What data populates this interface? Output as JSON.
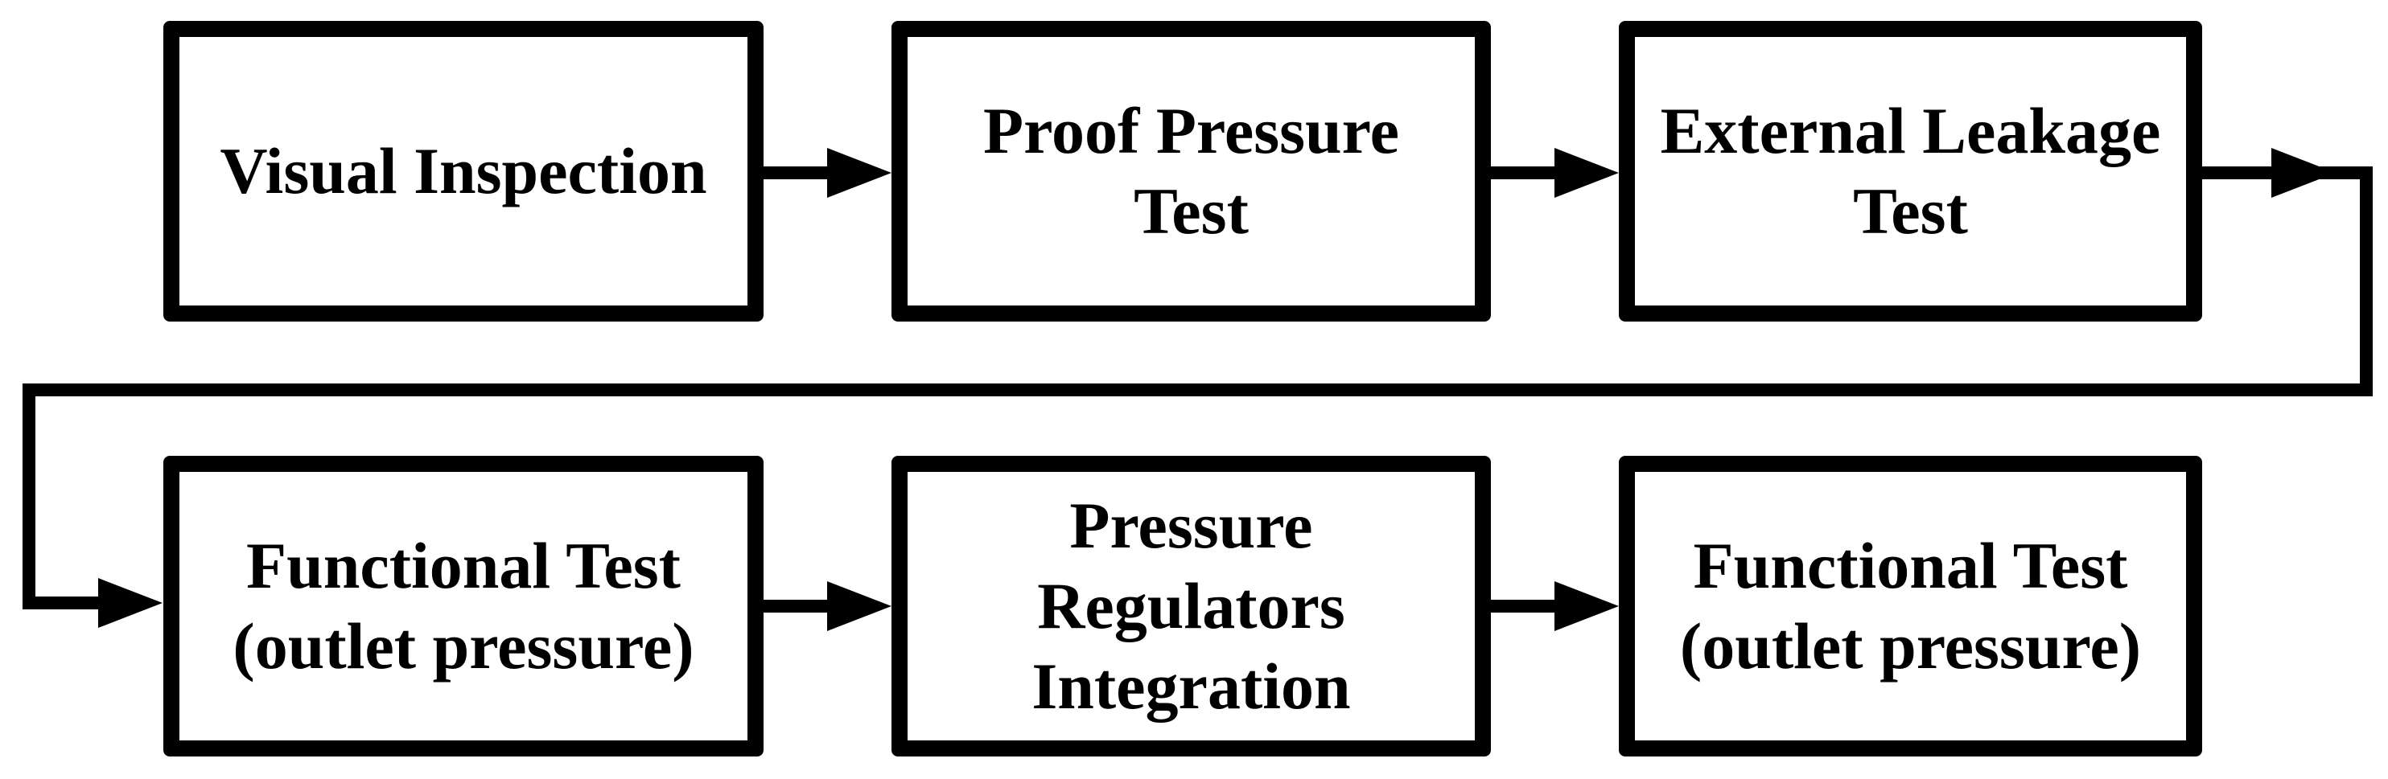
{
  "colors": {
    "line": "#000000",
    "text": "#000000",
    "background": "#ffffff"
  },
  "diagram": {
    "type": "flowchart",
    "rows": 2,
    "nodes": [
      {
        "id": "visual-inspection",
        "lines": [
          "Visual Inspection"
        ]
      },
      {
        "id": "proof-pressure-test",
        "lines": [
          "Proof Pressure",
          "Test"
        ]
      },
      {
        "id": "external-leakage-test",
        "lines": [
          "External Leakage",
          "Test"
        ]
      },
      {
        "id": "functional-test-outlet-1",
        "lines": [
          "Functional Test",
          "(outlet pressure)"
        ]
      },
      {
        "id": "pressure-regulators-integration",
        "lines": [
          "Pressure",
          "Regulators",
          "Integration"
        ]
      },
      {
        "id": "functional-test-outlet-2",
        "lines": [
          "Functional Test",
          "(outlet pressure)"
        ]
      }
    ],
    "edges": [
      {
        "from": "visual-inspection",
        "to": "proof-pressure-test"
      },
      {
        "from": "proof-pressure-test",
        "to": "external-leakage-test"
      },
      {
        "from": "external-leakage-test",
        "to": "functional-test-outlet-1",
        "style": "wrap-around"
      },
      {
        "from": "functional-test-outlet-1",
        "to": "pressure-regulators-integration"
      },
      {
        "from": "pressure-regulators-integration",
        "to": "functional-test-outlet-2"
      }
    ]
  }
}
